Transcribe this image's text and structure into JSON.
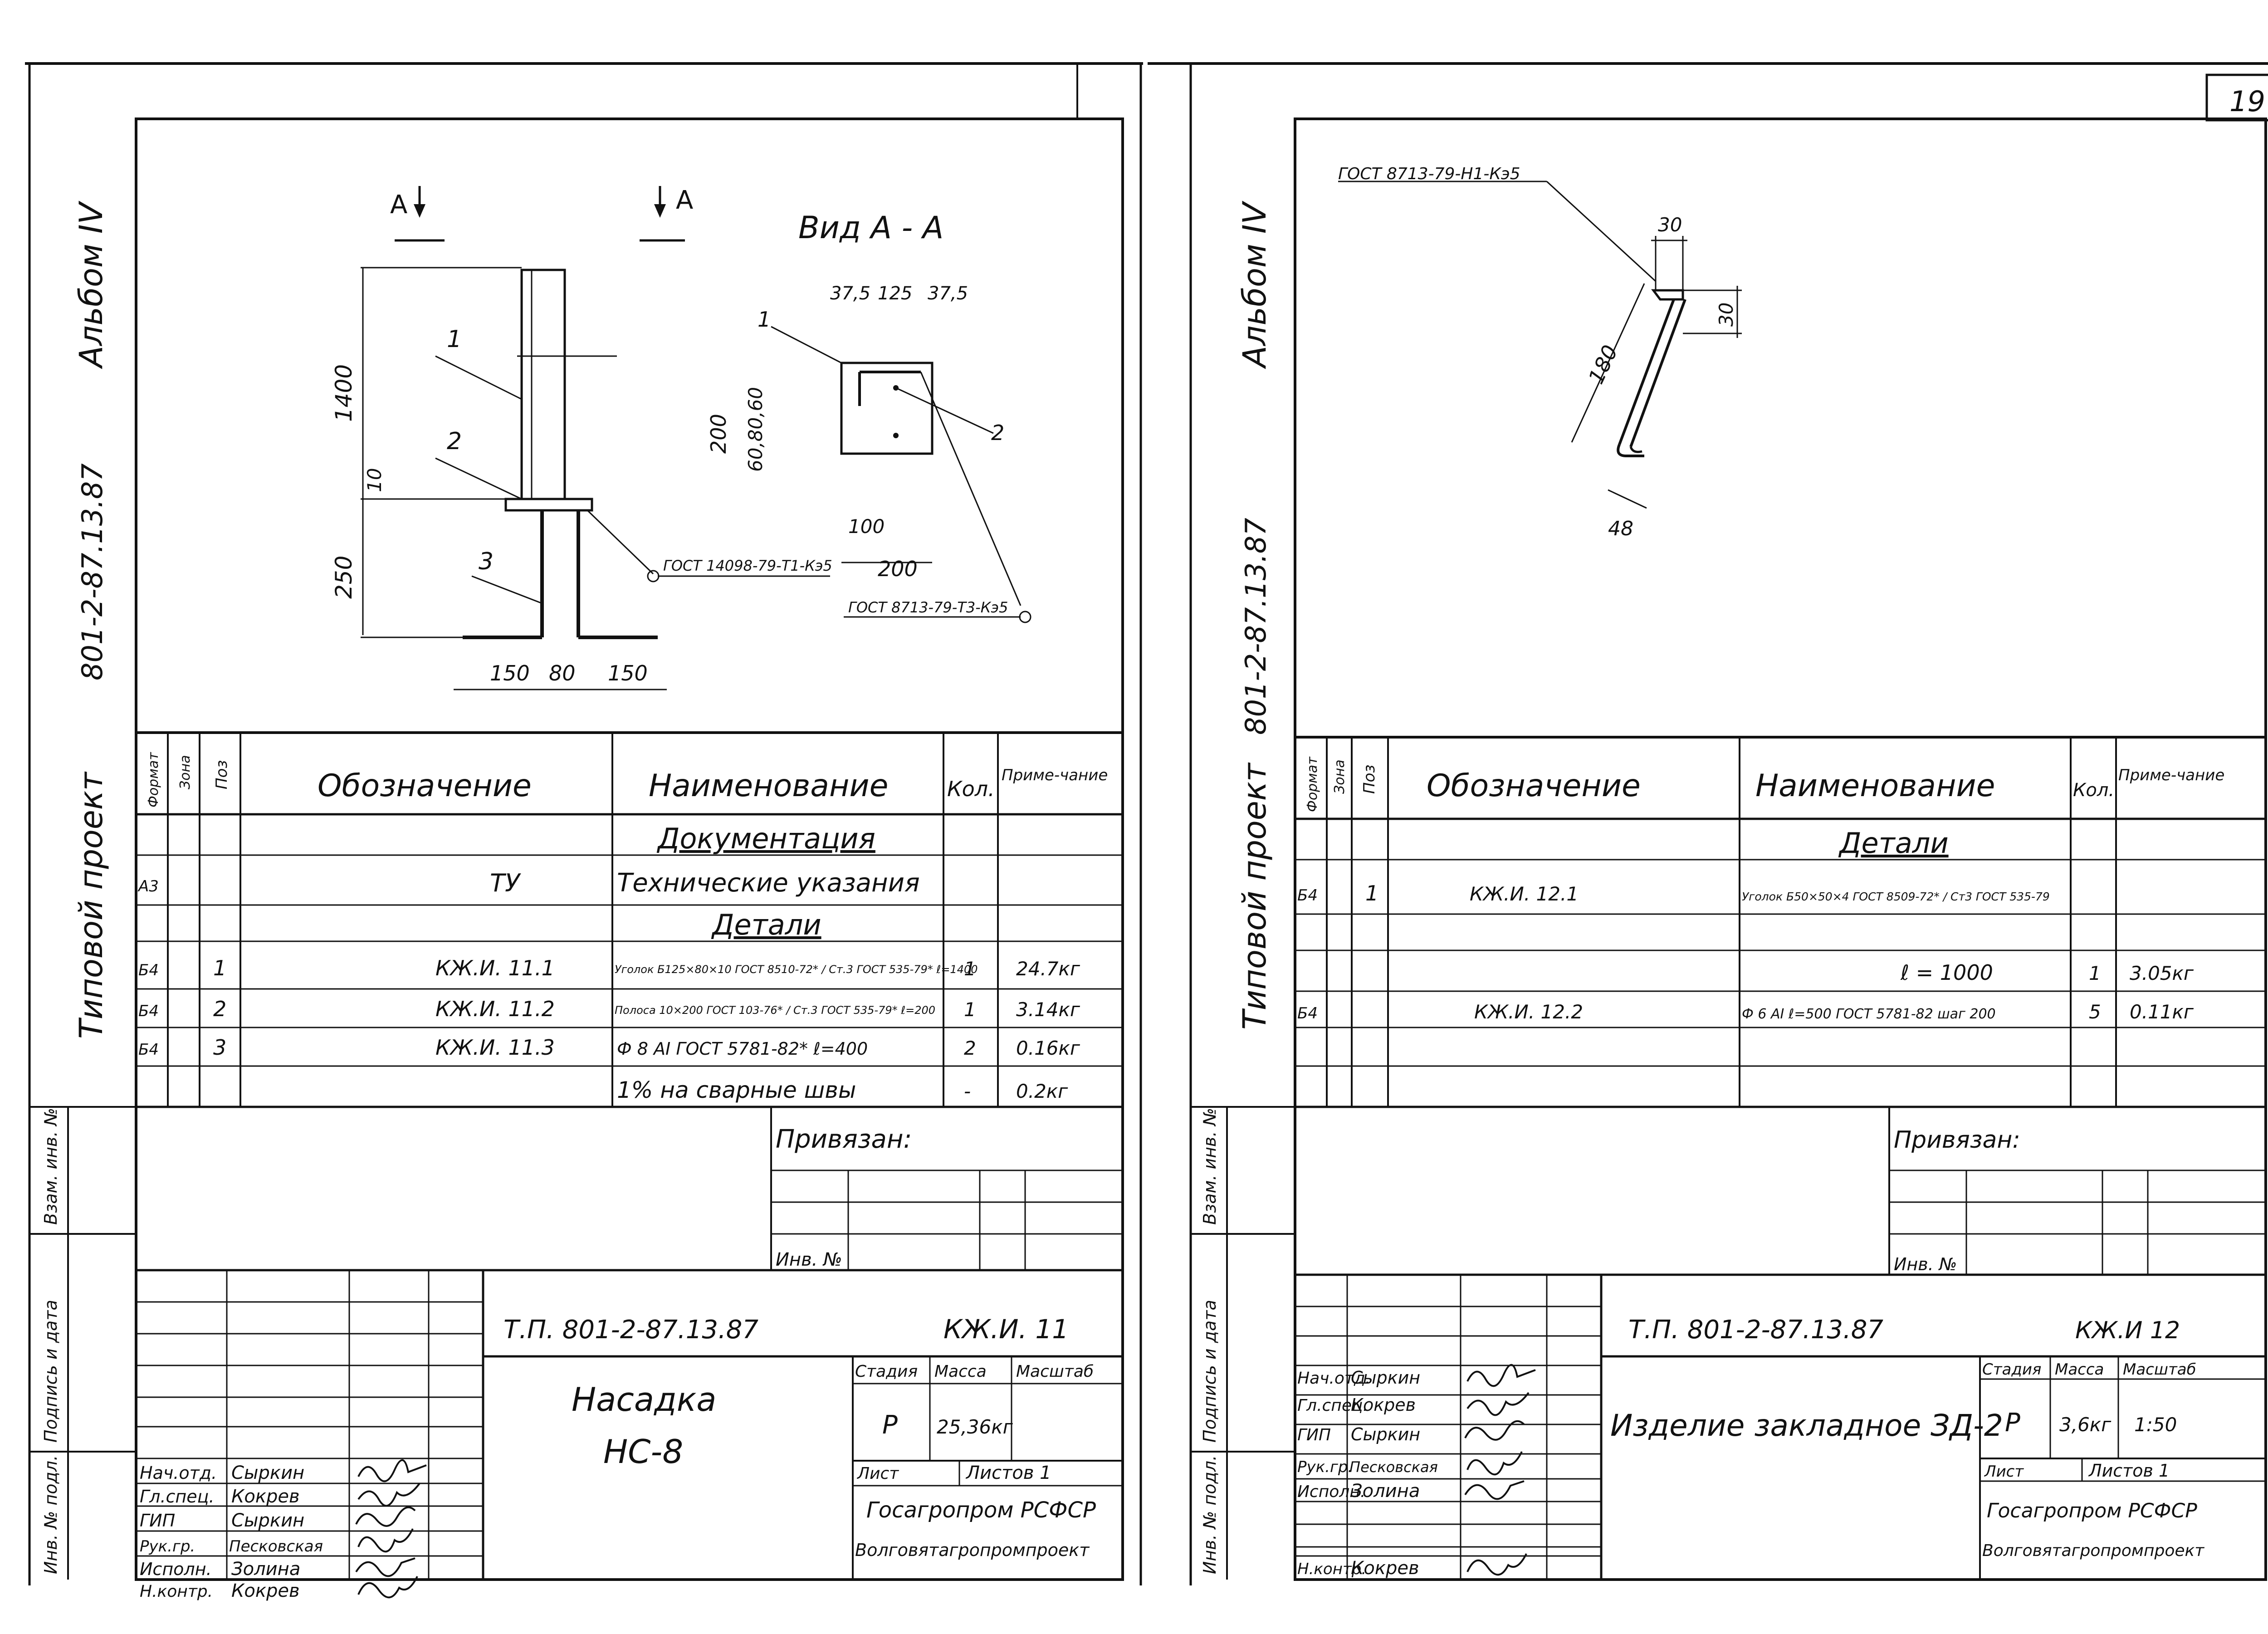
{
  "page_number": "19",
  "left": {
    "margin": {
      "album": "Альбом IV",
      "project_code": "801-2-87.13.87",
      "typical_project": "Типовой проект"
    },
    "stamp_side_labels": [
      "Инв. № подл.",
      "Подпись и дата",
      "Взам. инв. №"
    ],
    "drawing": {
      "section_a": "А",
      "view_title": "Вид А - А",
      "dims": {
        "d1400": "1400",
        "d10": "10",
        "d250": "250",
        "d150a": "150",
        "d80": "80",
        "d150b": "150",
        "d375a": "37,5",
        "d125": "125",
        "d375b": "37,5",
        "d200v": "200",
        "d6080": "60,80,60",
        "d100": "100",
        "d200h": "200"
      },
      "callouts": {
        "c1": "1",
        "c2": "2",
        "c3": "3",
        "c1b": "1",
        "c2b": "2"
      },
      "weld1": "ГОСТ 14098-79-Т1-Кэ5",
      "weld2": "ГОСТ 8713-79-Т3-Кэ5"
    },
    "spec": {
      "headers": {
        "format": "Формат",
        "zone": "Зона",
        "pos": "Поз",
        "designation": "Обозначение",
        "name": "Наименование",
        "qty": "Кол.",
        "note": "Приме-чание"
      },
      "section_docs": "Документация",
      "section_details": "Детали",
      "rows": [
        {
          "format": "А3",
          "pos": "",
          "designation": "ТУ",
          "name": "Технические указания",
          "qty": "",
          "note": ""
        },
        {
          "format": "Б4",
          "pos": "1",
          "designation": "КЖ.И. 11.1",
          "name": "Уголок  Б125×80×10 ГОСТ 8510-72* / Ст.3 ГОСТ 535-79*  ℓ=1400",
          "qty": "1",
          "note": "24.7кг"
        },
        {
          "format": "Б4",
          "pos": "2",
          "designation": "КЖ.И. 11.2",
          "name": "Полоса  10×200 ГОСТ 103-76* / Ст.3 ГОСТ 535-79*  ℓ=200",
          "qty": "1",
          "note": "3.14кг"
        },
        {
          "format": "Б4",
          "pos": "3",
          "designation": "КЖ.И. 11.3",
          "name": "Ф 8 АI ГОСТ 5781-82*  ℓ=400",
          "qty": "2",
          "note": "0.16кг"
        },
        {
          "format": "",
          "pos": "",
          "designation": "",
          "name": "1% на сварные швы",
          "qty": "-",
          "note": "0.2кг"
        }
      ]
    },
    "stamp": {
      "privyazan": "Привязан:",
      "inv_no": "Инв. №",
      "code": "Т.П. 801-2-87.13.87",
      "sheet_code": "КЖ.И. 11",
      "title_line1": "Насадка",
      "title_line2": "НС-8",
      "stage_label": "Стадия",
      "mass_label": "Масса",
      "scale_label": "Масштаб",
      "stage": "Р",
      "mass": "25,36кг",
      "scale": "",
      "list_label": "Лист",
      "lists_label": "Листов 1",
      "org1": "Госагропром РСФСР",
      "org2": "Волговятагропромпроект",
      "people": [
        {
          "role": "Нач.отд.",
          "name": "Сыркин"
        },
        {
          "role": "Гл.спец.",
          "name": "Кокрев"
        },
        {
          "role": "ГИП",
          "name": "Сыркин"
        },
        {
          "role": "Рук.гр.",
          "name": "Песковская"
        },
        {
          "role": "Исполн.",
          "name": "Золина"
        },
        {
          "role": "Н.контр.",
          "name": "Кокрев"
        }
      ]
    }
  },
  "right": {
    "margin": {
      "album": "Альбом IV",
      "project_code": "801-2-87.13.87",
      "typical_project": "Типовой проект"
    },
    "drawing": {
      "weld": "ГОСТ 8713-79-Н1-Кэ5",
      "dims": {
        "d30a": "30",
        "d30b": "30",
        "d180": "180",
        "d48": "48"
      }
    },
    "spec": {
      "headers": {
        "format": "Формат",
        "zone": "Зона",
        "pos": "Поз",
        "designation": "Обозначение",
        "name": "Наименование",
        "qty": "Кол.",
        "note": "Приме-чание"
      },
      "section_details": "Детали",
      "rows": [
        {
          "format": "Б4",
          "pos": "1",
          "designation": "КЖ.И. 12.1",
          "name": "Уголок  Б50×50×4 ГОСТ 8509-72* / Ст3 ГОСТ 535-79",
          "qty": "",
          "note": ""
        },
        {
          "format": "",
          "pos": "",
          "designation": "",
          "name": "ℓ = 1000",
          "qty": "1",
          "note": "3.05кг"
        },
        {
          "format": "Б4",
          "pos": "",
          "designation": "КЖ.И. 12.2",
          "name": "Ф 6 АI ℓ=500 ГОСТ 5781-82 шаг 200",
          "qty": "5",
          "note": "0.11кг"
        }
      ]
    },
    "stamp": {
      "privyazan": "Привязан:",
      "inv_no": "Инв. №",
      "code": "Т.П. 801-2-87.13.87",
      "sheet_code": "КЖ.И 12",
      "title_line1": "Изделие закладное ЗД-2",
      "stage_label": "Стадия",
      "mass_label": "Масса",
      "scale_label": "Масштаб",
      "stage": "Р",
      "mass": "3,6кг",
      "scale": "1:50",
      "list_label": "Лист",
      "lists_label": "Листов 1",
      "org1": "Госагропром РСФСР",
      "org2": "Волговятагропромпроект",
      "people": [
        {
          "role": "Нач.отд.",
          "name": "Сыркин"
        },
        {
          "role": "Гл.спец.",
          "name": "Кокрев"
        },
        {
          "role": "ГИП",
          "name": "Сыркин"
        },
        {
          "role": "Рук.гр.",
          "name": "Песковская"
        },
        {
          "role": "Исполн.",
          "name": "Золина"
        },
        {
          "role": "Н.контр.",
          "name": "Кокрев"
        }
      ]
    }
  }
}
